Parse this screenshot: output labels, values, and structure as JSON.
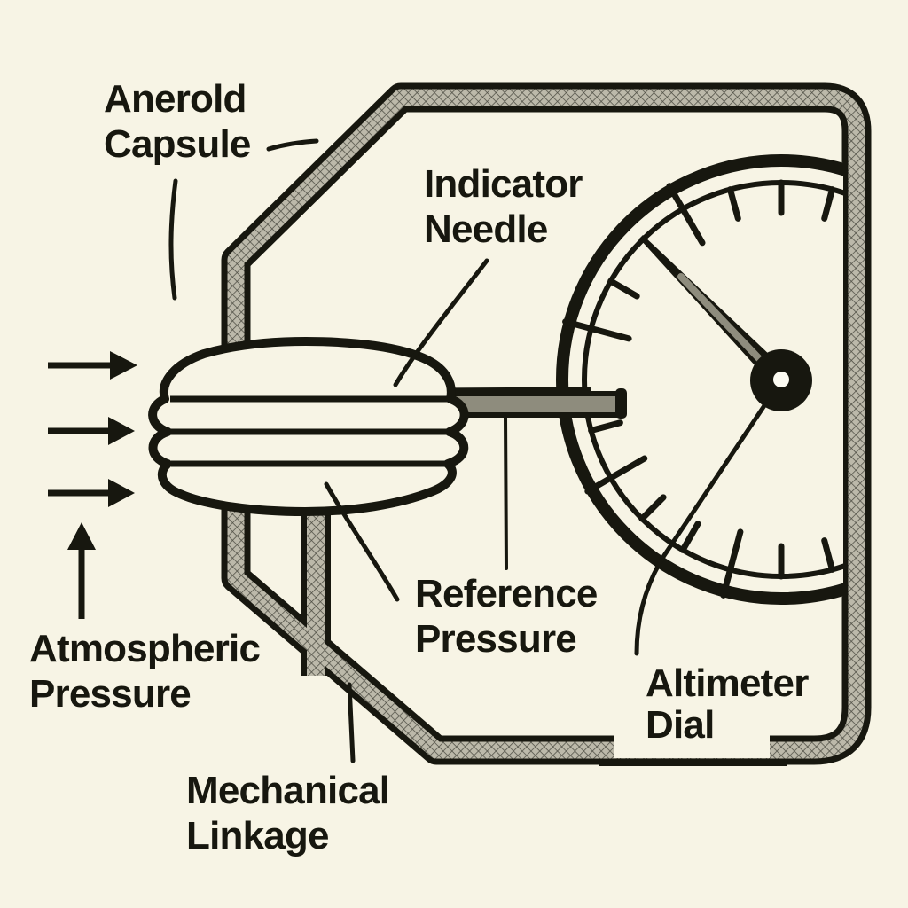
{
  "colors": {
    "background": "#f7f4e5",
    "ink": "#17170f",
    "metal_gray": "#8e8c7d",
    "housing_texture_base": "#bcb9aa",
    "housing_texture_line": "#4e4e44",
    "hub_hole": "#fcfbf2"
  },
  "labels": {
    "aneroid_capsule": {
      "line1": "Anerold",
      "line2": "Capsule"
    },
    "indicator_needle": {
      "line1": "Indicator",
      "line2": "Needle"
    },
    "atmospheric_pressure": {
      "line1": "Atmospheric",
      "line2": "Pressure"
    },
    "reference_pressure": {
      "line1": "Reference",
      "line2": "Pressure"
    },
    "altimeter_dial": {
      "line1": "Altimeter",
      "line2": "Dial"
    },
    "mechanical_linkage": {
      "line1": "Mechanical",
      "line2": "Linkage"
    }
  },
  "dial": {
    "style": "analog gauge with tick marks, no numerals",
    "needle_angle_deg": 135,
    "tick_spacing_deg": 15,
    "ticks_visible": 14
  },
  "arrows": {
    "horizontal_right_arrows": 3,
    "vertical_up_arrows": 1,
    "meaning": "atmospheric pressure acting on aneroid capsule"
  }
}
